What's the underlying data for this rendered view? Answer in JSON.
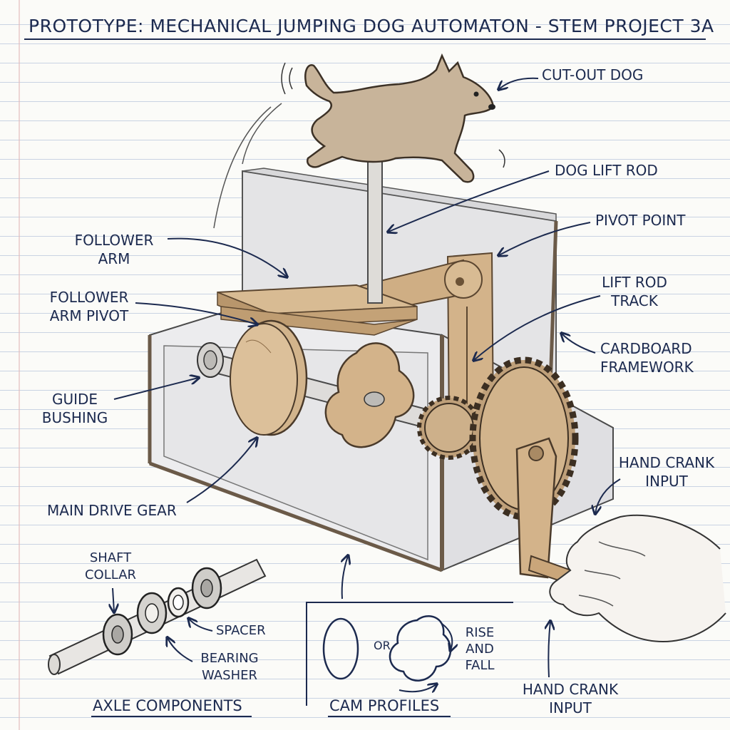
{
  "title": "Prototype: Mechanical Jumping Dog Automaton - STEM Project 3A",
  "labels": {
    "cut_out_dog": "CUT-OUT DOG",
    "dog_lift_rod": "DOG LIFT ROD",
    "pivot_point": "PIVOT POINT",
    "follower_arm_1": "FOLLOWER",
    "follower_arm_2": "ARM",
    "follower_arm_pivot_1": "FOLLOWER",
    "follower_arm_pivot_2": "ARM PIVOT",
    "lift_rod_track_1": "LIFT ROD",
    "lift_rod_track_2": "TRACK",
    "cardboard_framework_1": "CARDBOARD",
    "cardboard_framework_2": "FRAMEWORK",
    "guide_bushing_1": "GUIDE",
    "guide_bushing_2": "BUSHING",
    "main_drive_gear": "MAIN DRIVE GEAR",
    "hand_crank_input_1": "HAND CRANK",
    "hand_crank_input_2": "INPUT",
    "hand_crank_input_bottom_1": "HAND CRANK",
    "hand_crank_input_bottom_2": "INPUT"
  },
  "axle_components": {
    "heading": "AXLE COMPONENTS",
    "shaft_collar_1": "SHAFT",
    "shaft_collar_2": "COLLAR",
    "spacer": "SPACER",
    "bearing_washer_1": "BEARING",
    "bearing_washer_2": "WASHER"
  },
  "cam_profiles": {
    "heading": "CAM PROFILES",
    "or": "OR",
    "rise_1": "RISE",
    "rise_2": "AND",
    "rise_3": "FALL"
  },
  "colors": {
    "ink": "#1c2a4f",
    "wood": "#c9a57c",
    "wood_dark": "#8a6a46",
    "dog": "#c8b49a",
    "frame": "#e9e9ea"
  }
}
